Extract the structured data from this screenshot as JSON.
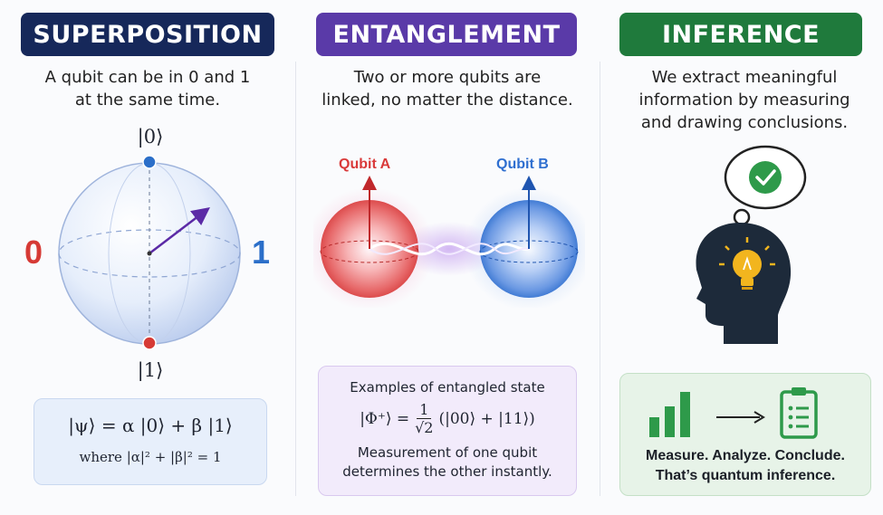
{
  "superposition": {
    "title": "SUPERPOSITION",
    "desc_line1": "A qubit can be in 0 and 1",
    "desc_line2": "at the same time.",
    "ket0": "|0⟩",
    "ket1": "|1⟩",
    "label_zero": "0",
    "label_one": "1",
    "equation": "|ψ⟩ = α |0⟩ + β |1⟩",
    "constraint": "where |α|² + |β|² = 1",
    "colors": {
      "banner": "#16285a",
      "zero": "#d63a35",
      "one": "#2b6fc9",
      "vector": "#5b2aa6"
    }
  },
  "entanglement": {
    "title": "ENTANGLEMENT",
    "desc_line1": "Two or more qubits are",
    "desc_line2": "linked, no matter the distance.",
    "qubit_a": "Qubit A",
    "qubit_b": "Qubit B",
    "box_title": "Examples of entangled state",
    "state_lhs": "|Φ⁺⟩ =",
    "frac_num": "1",
    "frac_den": "√2",
    "state_rhs": "(|00⟩ + |11⟩)",
    "note_line1": "Measurement of one qubit",
    "note_line2": "determines the other instantly.",
    "colors": {
      "banner": "#5a3aa8",
      "qubit_a": "#d93a3a",
      "qubit_b": "#2f6fd0"
    }
  },
  "inference": {
    "title": "INFERENCE",
    "desc_line1": "We extract meaningful",
    "desc_line2": "information by measuring",
    "desc_line3": "and drawing conclusions.",
    "icons": [
      "check-icon",
      "lightbulb-icon",
      "bar-chart-icon",
      "arrow-icon",
      "clipboard-icon"
    ],
    "box_line1": "Measure. Analyze. Conclude.",
    "box_line2": "That’s quantum inference.",
    "colors": {
      "banner": "#1f7a3c",
      "accent": "#2e9a4a"
    }
  }
}
